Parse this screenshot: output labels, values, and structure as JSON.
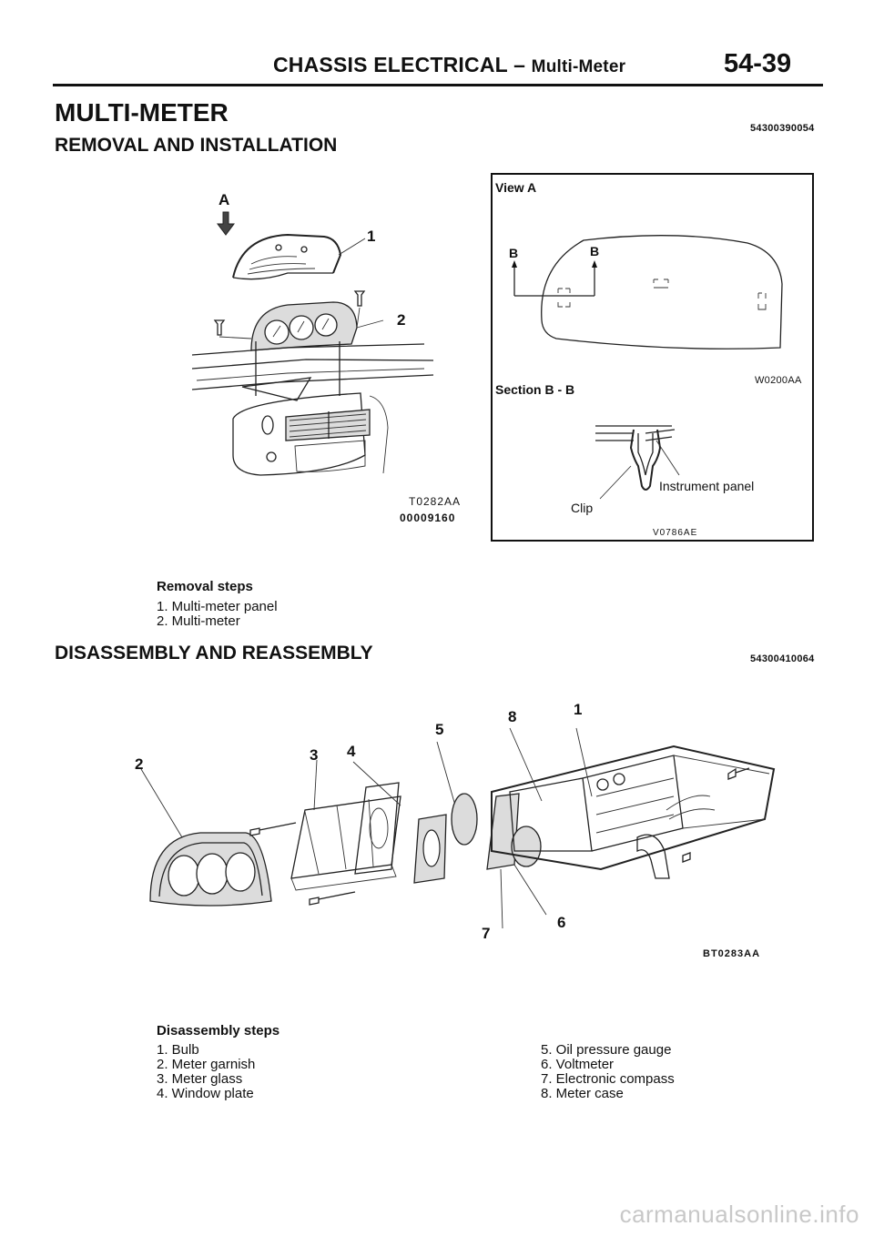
{
  "header": {
    "section": "CHASSIS ELECTRICAL",
    "dash": "–",
    "subsection": "Multi-Meter",
    "page_number": "54-39"
  },
  "title": "MULTI-METER",
  "title_code": "54300390054",
  "removal": {
    "heading": "REMOVAL AND INSTALLATION",
    "figure": {
      "arrow_label": "A",
      "callouts": [
        "1",
        "2"
      ],
      "codes": [
        "T0282AA",
        "00009160"
      ]
    },
    "view_panel": {
      "view_label": "View A",
      "b_label_1": "B",
      "b_label_2": "B",
      "view_code": "W0200AA",
      "section_label": "Section B - B",
      "instrument_panel_label": "Instrument panel",
      "clip_label": "Clip",
      "section_code": "V0786AE"
    },
    "steps_heading": "Removal steps",
    "steps": [
      "1. Multi-meter panel",
      "2. Multi-meter"
    ]
  },
  "disassembly": {
    "heading": "DISASSEMBLY AND REASSEMBLY",
    "code": "54300410064",
    "callouts": [
      "8",
      "1",
      "5",
      "2",
      "3",
      "4",
      "7",
      "6"
    ],
    "figure_code": "BT0283AA",
    "steps_heading": "Disassembly steps",
    "steps_left": [
      "1. Bulb",
      "2. Meter garnish",
      "3. Meter glass",
      "4. Window plate"
    ],
    "steps_right": [
      "5. Oil pressure gauge",
      "6. Voltmeter",
      "7. Electronic compass",
      "8. Meter case"
    ]
  },
  "watermark": "carmanualsonline.info"
}
